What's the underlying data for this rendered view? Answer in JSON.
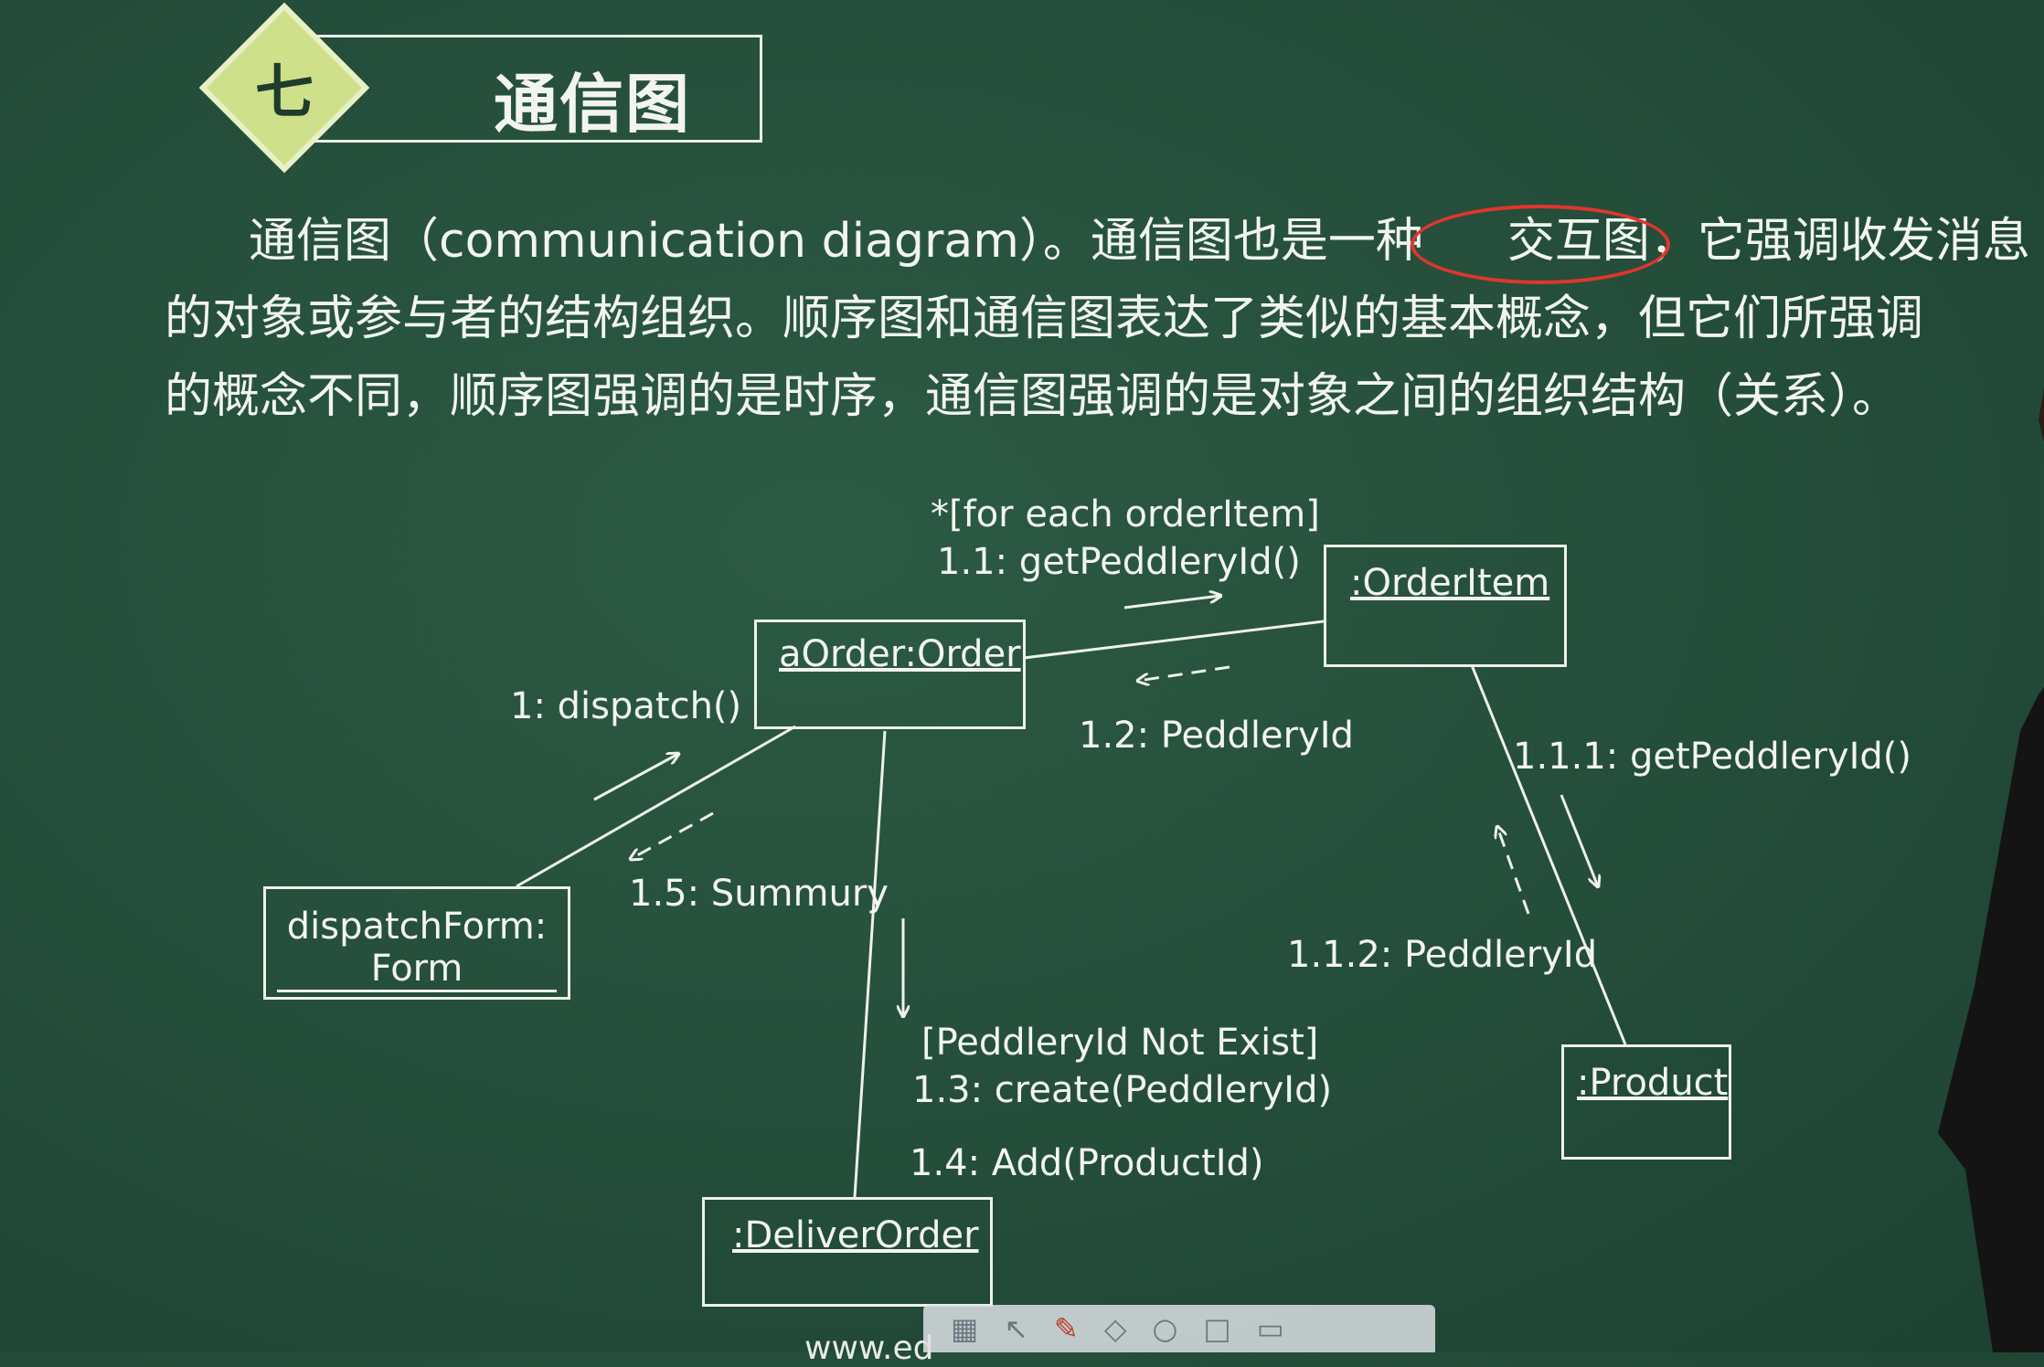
{
  "title": {
    "number": "七",
    "text": "通信图"
  },
  "paragraph": {
    "line1_pre": "通信图（communication diagram）。通信图也是一种",
    "line1_highlight": "交互图",
    "line1_post": "，它强调收发消息",
    "line2": "的对象或参与者的结构组织。顺序图和通信图表达了类似的基本概念，但它们所强调",
    "line3": "的概念不同，顺序图强调的是时序，通信图强调的是对象之间的组织结构（关系）。"
  },
  "diagram": {
    "objects": {
      "order": [
        "aOrder:Order"
      ],
      "orderitem": ":OrderItem",
      "form": [
        "dispatchForm:",
        "Form"
      ],
      "deliver": ":DeliverOrder",
      "product": ":Product"
    },
    "messages": {
      "m1": "1: dispatch()",
      "m11_guard": "*[for each orderItem]",
      "m11": "1.1: getPeddleryId()",
      "m12": "1.2: PeddleryId",
      "m111": "1.1.1: getPeddleryId()",
      "m112": "1.1.2: PeddleryId",
      "m13_guard": "[PeddleryId Not Exist]",
      "m13": "1.3: create(PeddleryId)",
      "m14": "1.4: Add(ProductId)",
      "m15": "1.5: Summury"
    }
  },
  "footer": {
    "text": "www.ed"
  },
  "toolbar": {
    "icons": [
      "grid-icon",
      "cursor-icon",
      "pen-icon",
      "eraser-icon",
      "zoom-icon",
      "crop-icon",
      "screen-icon"
    ]
  },
  "colors": {
    "board": "#244d3a",
    "highlight": "#e2352e",
    "diamond": "#cfe08a"
  }
}
